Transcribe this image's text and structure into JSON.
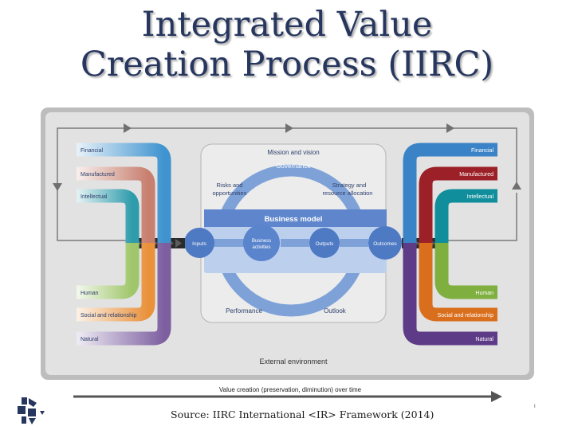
{
  "slide": {
    "title_line1": "Integrated Value",
    "title_line2": "Creation Process (IIRC)",
    "source": "Source: IIRC International <IR> Framework (2014)",
    "slide_number": "I"
  },
  "diagram": {
    "input_capitals": [
      {
        "label": "Financial",
        "color": "#3f93cf"
      },
      {
        "label": "Manufactured",
        "color": "#c77f6f"
      },
      {
        "label": "Intellectual",
        "color": "#2e9cab"
      },
      {
        "label": "Human",
        "color": "#9fc66a"
      },
      {
        "label": "Social and relationship",
        "color": "#e9913b"
      },
      {
        "label": "Natural",
        "color": "#7d5fa0"
      }
    ],
    "output_capitals": [
      {
        "label": "Financial",
        "color": "#3b83c7"
      },
      {
        "label": "Manufactured",
        "color": "#9c2027"
      },
      {
        "label": "Intellectual",
        "color": "#108e9c"
      },
      {
        "label": "Human",
        "color": "#7faf3f"
      },
      {
        "label": "Social and relationship",
        "color": "#d96f1d"
      },
      {
        "label": "Natural",
        "color": "#5e3b86"
      }
    ],
    "mission_and_vision": "Mission and vision",
    "governance": "Governance",
    "risks_line1": "Risks and",
    "risks_line2": "opportunities",
    "strategy_line1": "Strategy and",
    "strategy_line2": "resource allocation",
    "business_model": "Business model",
    "inputs": "Inputs",
    "activities_line1": "Business",
    "activities_line2": "activities",
    "outputs": "Outputs",
    "outcomes": "Outcomes",
    "performance": "Performance",
    "outlook": "Outlook",
    "external_environment": "External environment",
    "value_creation": "Value creation (preservation, diminution) over time"
  },
  "colors": {
    "title": "#26365e",
    "frame": "#bdbdbd",
    "panel": "#e0e0e0",
    "circle": "#7ea2d8",
    "business_band": "#5f86cc",
    "node": "#4e79c3",
    "timeline": "#555555"
  },
  "icons": {
    "logo": "lattice-logo-icon",
    "arrow": "arrow-right-icon"
  }
}
